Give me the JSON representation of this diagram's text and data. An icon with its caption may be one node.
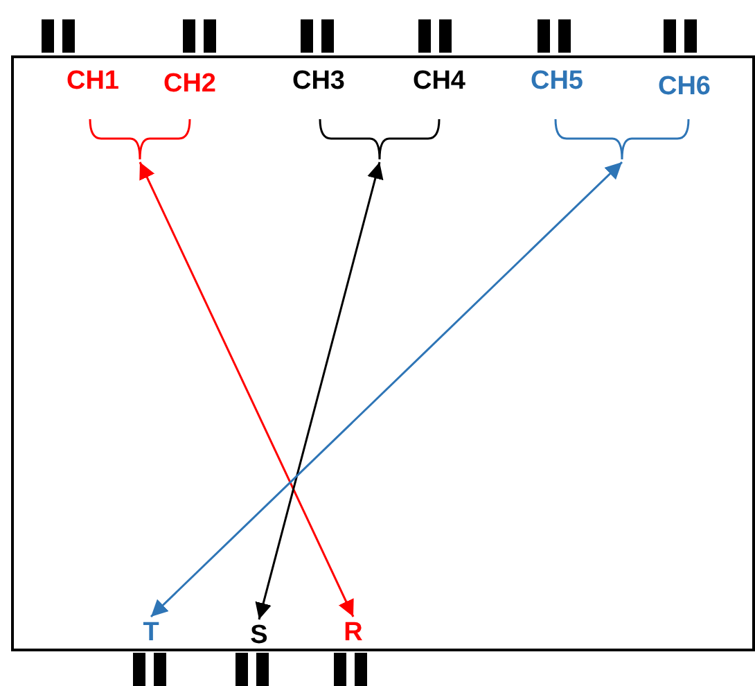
{
  "diagram": {
    "nodes": [
      {
        "text": [],
        "shape": "box"
      },
      {
        "text": [
          "CH1"
        ],
        "in": 0
      },
      {
        "text": [
          "CH2"
        ],
        "in": 0
      },
      {
        "text": [
          "CH3"
        ],
        "in": 0
      },
      {
        "text": [
          "CH4"
        ],
        "in": 0
      },
      {
        "text": [
          "CH5"
        ],
        "in": 0
      },
      {
        "text": [
          "CH6"
        ],
        "in": 0
      },
      {
        "text": [],
        "shape": "bracket",
        "in": 0
      },
      {
        "text": [],
        "shape": "bracket",
        "in": 0
      },
      {
        "text": [],
        "shape": "bracket",
        "in": 0
      },
      {
        "text": [
          "T"
        ],
        "in": 0
      },
      {
        "text": [
          "S"
        ],
        "in": 0
      },
      {
        "text": [
          "R"
        ],
        "in": 0
      }
    ],
    "edges": [
      {
        "from": 7,
        "to": 12,
        "arrow": "both",
        "color": "#ff0000"
      },
      {
        "from": 8,
        "to": 11,
        "arrow": "both",
        "color": "#000000"
      },
      {
        "from": 9,
        "to": 10,
        "arrow": "both",
        "color": "#2e75b6"
      }
    ]
  }
}
